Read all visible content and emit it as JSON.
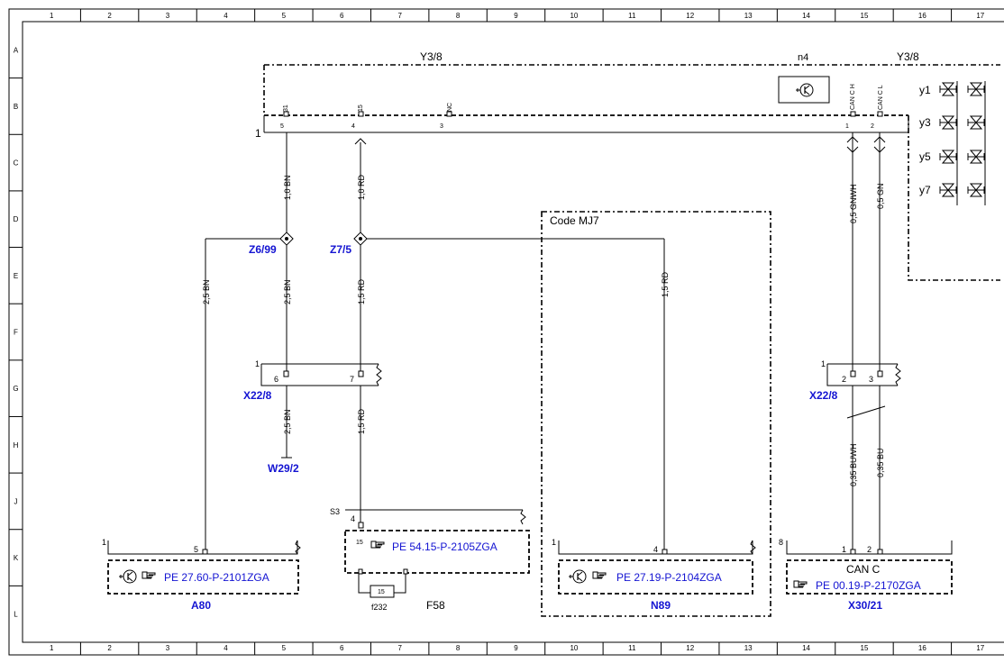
{
  "grid": {
    "columns": [
      "1",
      "2",
      "3",
      "4",
      "5",
      "6",
      "7",
      "8",
      "9",
      "10",
      "11",
      "12",
      "13",
      "14",
      "15",
      "16",
      "17"
    ],
    "rows": [
      "A",
      "B",
      "C",
      "D",
      "E",
      "F",
      "G",
      "H",
      "J",
      "K",
      "L"
    ]
  },
  "components": {
    "n4": {
      "name": "n4",
      "left_label": "Y3/8",
      "right_label": "Y3/8",
      "connector_number": "1",
      "pins": [
        {
          "pos": "5",
          "sig": "31"
        },
        {
          "pos": "4",
          "sig": "15"
        },
        {
          "pos": "3",
          "sig": "NC"
        },
        {
          "pos": "1",
          "sig": "CAN C H"
        },
        {
          "pos": "2",
          "sig": "CAN C L"
        }
      ],
      "solenoids": [
        "y1",
        "y3",
        "y5",
        "y7"
      ],
      "icon": "electronic-module-icon"
    },
    "code_box": {
      "label": "Code MJ7"
    },
    "junctions": [
      {
        "label": "Z6/99"
      },
      {
        "label": "Z7/5"
      }
    ],
    "connector_left": {
      "label": "X22/8",
      "number": "1",
      "pins": [
        "6",
        "7"
      ]
    },
    "connector_right": {
      "label": "X22/8",
      "number": "1",
      "pins": [
        "2",
        "3"
      ]
    },
    "ground": {
      "label": "W29/2"
    },
    "a80": {
      "label": "A80",
      "ref": "PE 27.60-P-2101ZGA",
      "connector_number": "1",
      "pin": "5"
    },
    "f58": {
      "label": "F58",
      "connector": "S3",
      "ref": "PE 54.15-P-2105ZGA",
      "pin_top": "4",
      "pin_inner": "15",
      "fuse": "15",
      "fuse_label": "f232"
    },
    "n89": {
      "label": "N89",
      "ref": "PE 27.19-P-2104ZGA",
      "connector_number": "1",
      "pin": "4"
    },
    "x30_21": {
      "label": "X30/21",
      "ref": "PE 00.19-P-2170ZGA",
      "connector_number": "8",
      "pins": [
        "1",
        "2"
      ],
      "title": "CAN C"
    }
  },
  "wires": [
    "1,0 BN",
    "2,5 BN",
    "2,5 BN",
    "2,5 BN",
    "1,0 RD",
    "1,5 RD",
    "1,5 RD",
    "1,5 RD",
    "0,5 GNWH",
    "0,5 GN",
    "0,35 BUWH",
    "0,35 BU"
  ],
  "icons": {
    "ref": "pointing-hand-icon",
    "module": "electronic-module-icon"
  }
}
